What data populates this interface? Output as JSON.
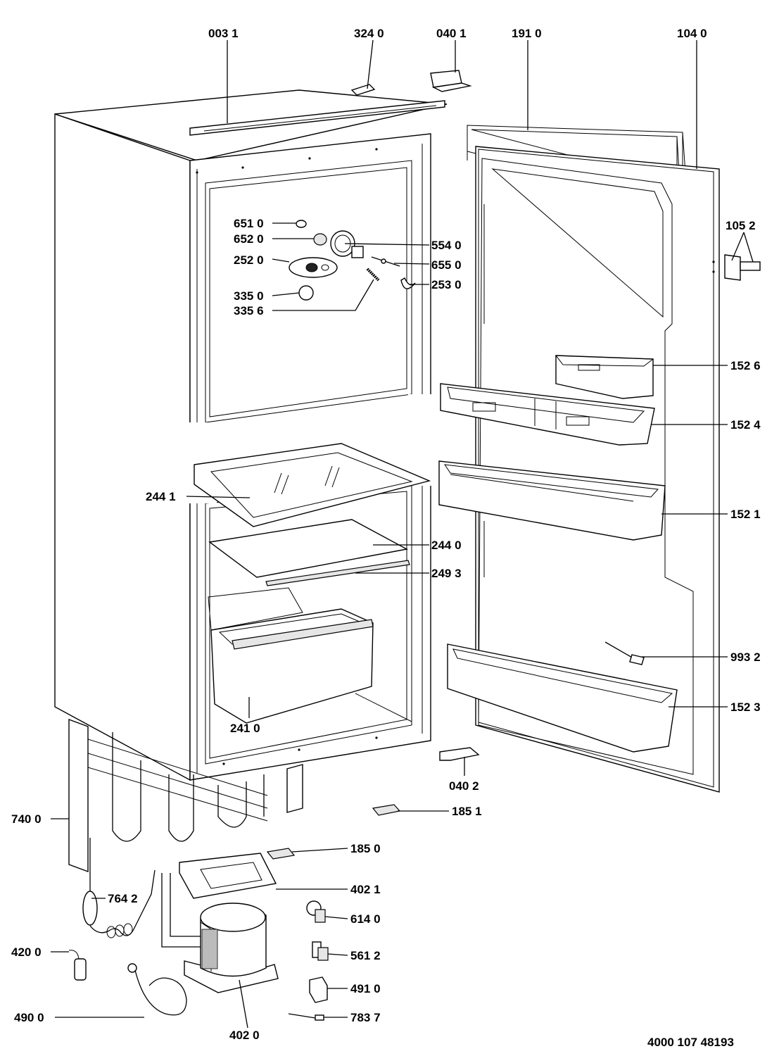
{
  "labels": {
    "p0031": "003 1",
    "p3240": "324 0",
    "p0401": "040 1",
    "p1910": "191 0",
    "p1040": "104 0",
    "p1052": "105 2",
    "p6510": "651 0",
    "p6520": "652 0",
    "p2520": "252 0",
    "p3350": "335 0",
    "p3356": "335 6",
    "p5540": "554 0",
    "p6550": "655 0",
    "p2530": "253 0",
    "p1526": "152 6",
    "p1524": "152 4",
    "p1521": "152 1",
    "p2441": "244 1",
    "p2440": "244 0",
    "p2493": "249 3",
    "p9932": "993 2",
    "p1523": "152 3",
    "p2410": "241 0",
    "p0402": "040 2",
    "p1851": "185 1",
    "p1850": "185 0",
    "p7400": "740 0",
    "p4021": "402 1",
    "p7642": "764 2",
    "p6140": "614 0",
    "p5612": "561 2",
    "p4200": "420 0",
    "p4910": "491 0",
    "p4900": "490 0",
    "p7837": "783 7",
    "p4020": "402 0"
  },
  "document_number": "4000 107 48193"
}
